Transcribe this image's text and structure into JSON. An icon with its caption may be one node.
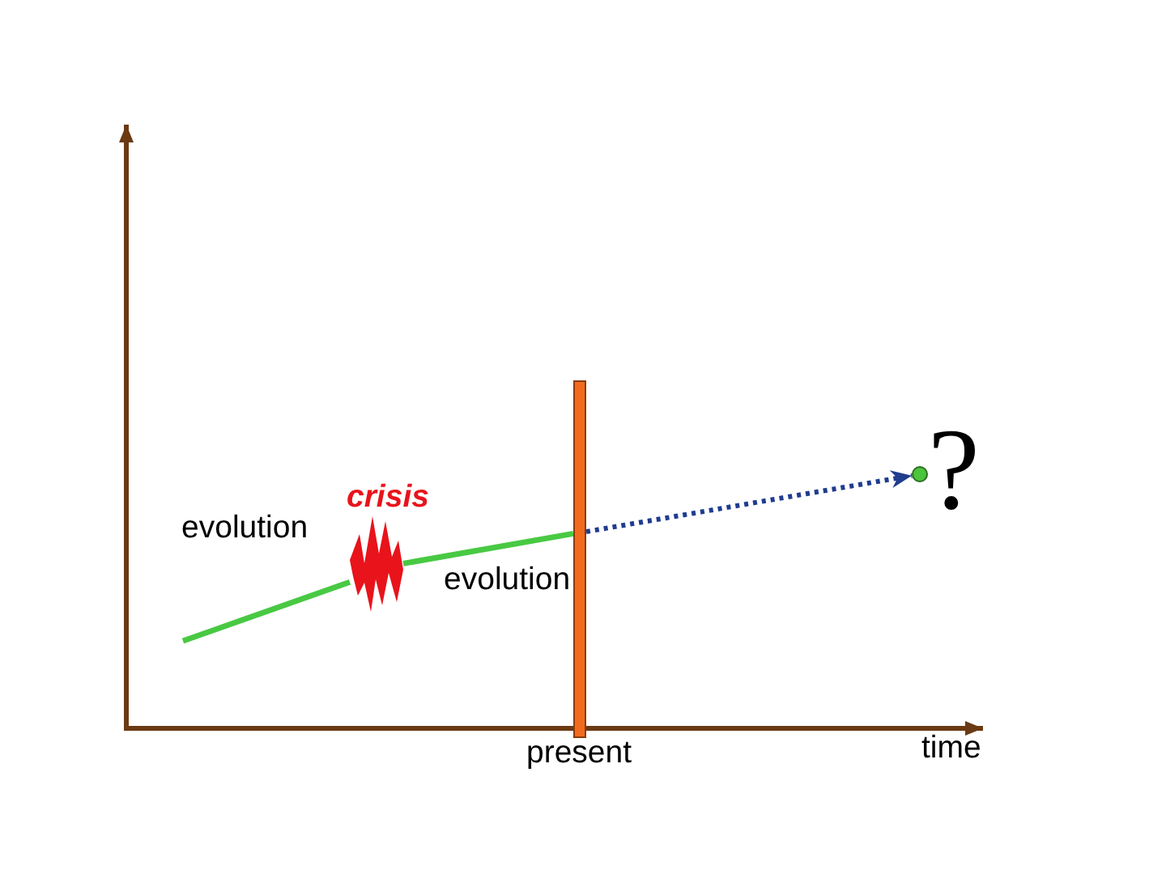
{
  "diagram": {
    "nodes": [
      {
        "text": [],
        "shape": "zigzag"
      },
      {
        "text": [],
        "shape": "bar"
      },
      {
        "text": [],
        "shape": "circle",
        "beside": [
          "?"
        ]
      }
    ],
    "edges": [
      {
        "from": null,
        "to": 0,
        "arrow": "none",
        "label": "evolution"
      },
      {
        "from": 0,
        "to": 1,
        "arrow": "none",
        "label": "evolution"
      },
      {
        "from": 1,
        "to": 2,
        "arrow": "to",
        "style": "dashed",
        "color": "#1f3c8f"
      }
    ],
    "labels": [
      "crisis",
      "present",
      "time"
    ]
  }
}
